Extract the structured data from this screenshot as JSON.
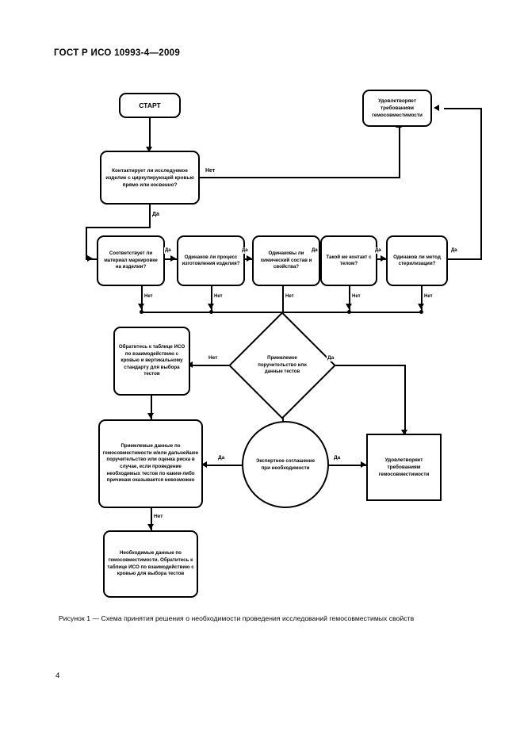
{
  "document": {
    "header": "ГОСТ Р ИСО 10993-4—2009",
    "page_number": "4",
    "figure_caption": "Рисунок 1 — Схема принятия решения о необходимости проведения исследований гемосовместимых свойств"
  },
  "flowchart": {
    "nodes": {
      "start": "СТАРТ",
      "d_contact": "Контактирует ли исследуемое изделие с циркулирующей кровью прямо или косвенно?",
      "ok_top": "Удовлетворяет требованиям гемосовместимости",
      "d_material": "Соответствует ли материал маркировке на изделии?",
      "d_process": "Одинаков ли процесс изготовления изделия?",
      "d_chemical": "Одинаковы ли химический состав и свойства?",
      "d_contact_body": "Такой же контакт с телом?",
      "d_sterilization": "Одинаков ли метод стерилизации?",
      "d_evidence": "Приемлемое поручительство или данные тестов",
      "iso_table": "Обратитесь к таблице ИСО по взаимодействию с кровью и вертикальному стандарту для выбора тестов",
      "acceptable_data": "Приемлемые данные по гемосовместимости и/или дальнейшее поручительство или оценка риска в случае, если проведение необходимых тестов по каким-либо причинам оказывается невозможно",
      "expert_agreement": "Экспертное соглашение при необходимости",
      "ok_right": "Удовлетворяет требованиям гемосовместимости",
      "required_data": "Необходимые данные по гемосовместимости. Обратитесь к таблице ИСО по взаимодействию с кровью для выбора тестов"
    },
    "edge_labels": {
      "contact_no": "Нет",
      "contact_yes": "Да",
      "material_yes": "Да",
      "material_no": "Нет",
      "process_yes": "Да",
      "process_no": "Нет",
      "chemical_yes": "Да",
      "chemical_no": "Нет",
      "body_yes": "Да",
      "body_no": "Нет",
      "steril_yes": "Да",
      "steril_no": "Нет",
      "evidence_no": "Нет",
      "evidence_yes": "Да",
      "expert_left_yes": "Да",
      "expert_right_yes": "Да",
      "acceptable_no": "Нет"
    },
    "colors": {
      "stroke": "#000000",
      "fill": "#ffffff",
      "text": "#000000"
    }
  }
}
